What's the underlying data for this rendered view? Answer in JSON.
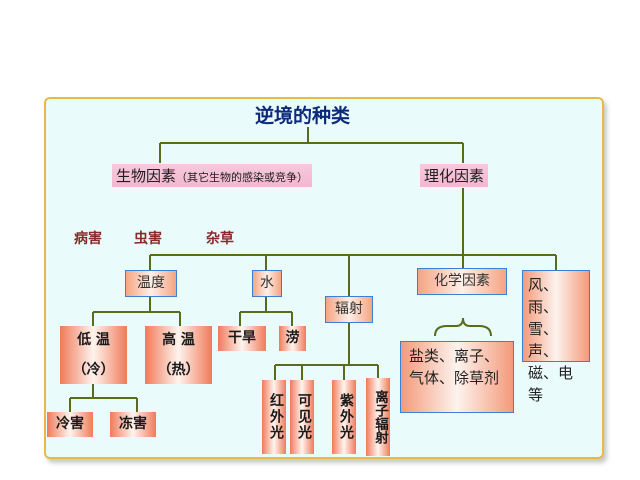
{
  "title": "逆境的种类",
  "biological": {
    "label": "生物因素",
    "note": "（其它生物的感染或竞争）"
  },
  "physchem": {
    "label": "理化因素"
  },
  "bio_items": [
    "病害",
    "虫害",
    "杂草"
  ],
  "temperature": {
    "label": "温度",
    "low": "低 温",
    "low_sub": "（冷）",
    "high": "高 温",
    "high_sub": "（热）",
    "cold": "冷害",
    "freeze": "冻害"
  },
  "water": {
    "label": "水",
    "drought": "干旱",
    "flood": "涝"
  },
  "radiation": {
    "label": "辐射",
    "items": [
      "红外光",
      "可见光",
      "紫外光",
      "离子辐射"
    ]
  },
  "chemical": {
    "label": "化学因素",
    "detail": "盐类、离子、气体、除草剂"
  },
  "other": {
    "detail": "风、雨、雪、声、磁、电等"
  }
}
